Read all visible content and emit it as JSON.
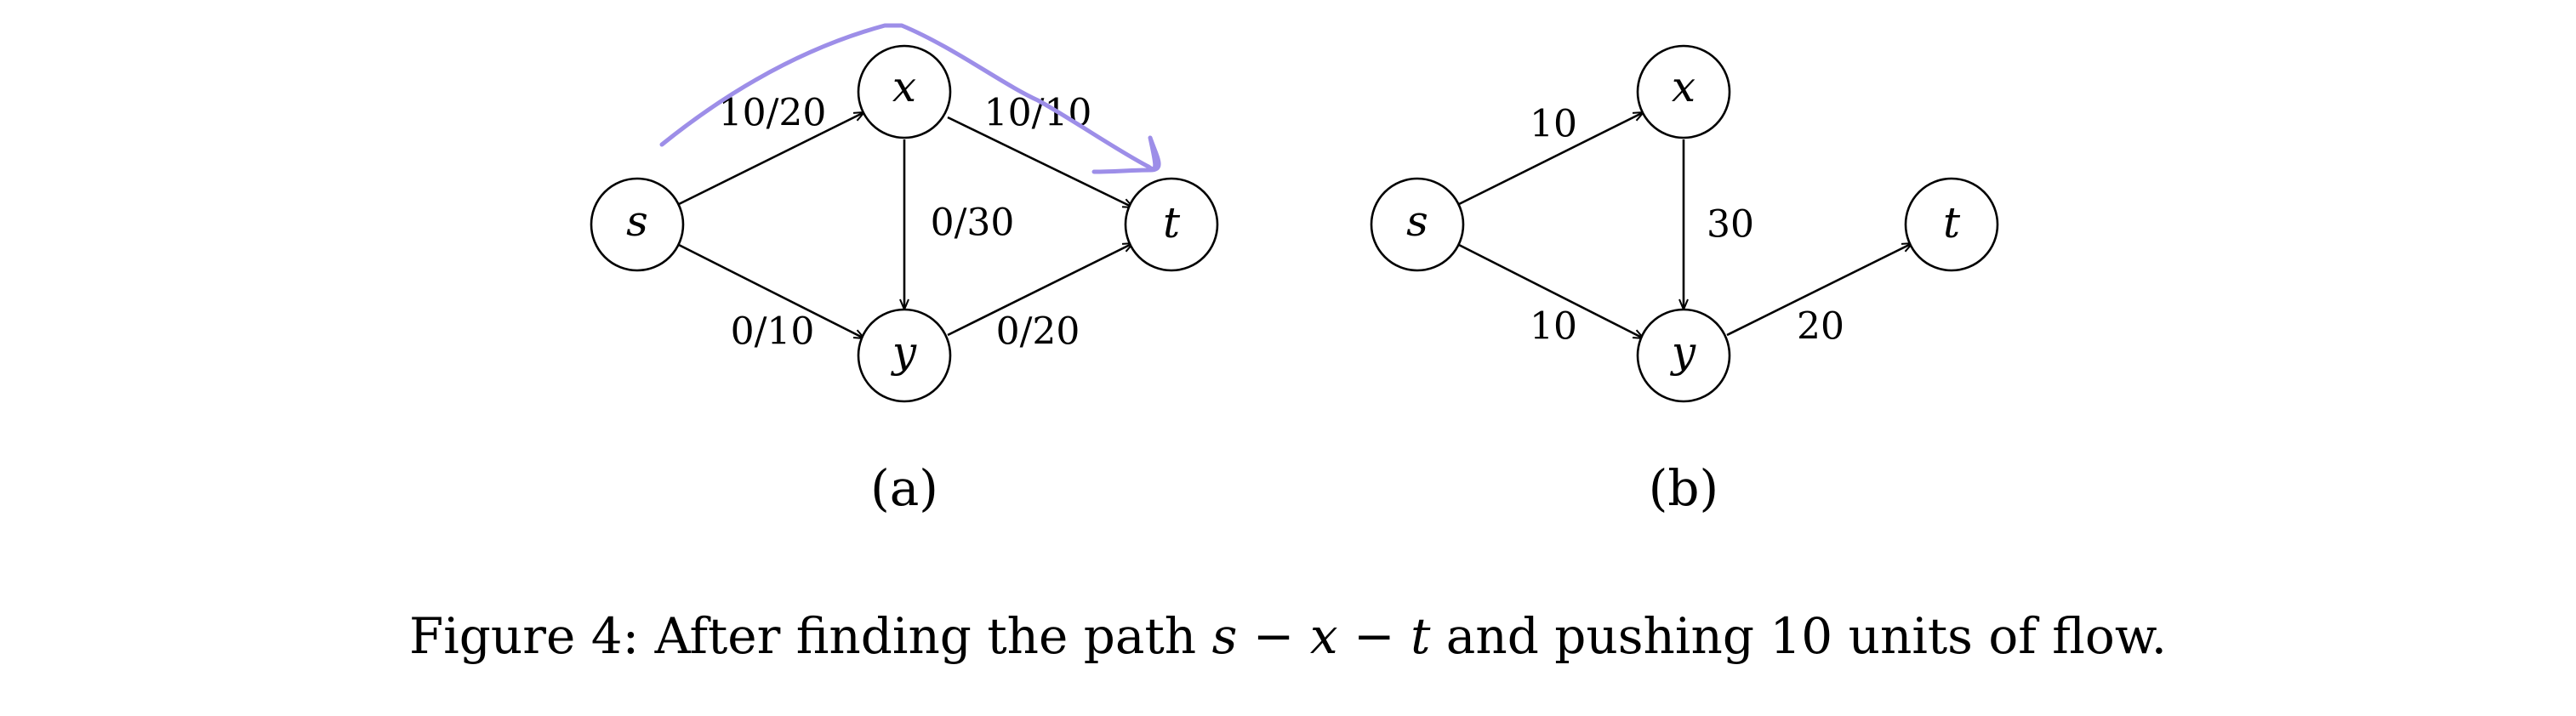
{
  "graph_a": {
    "nodes": [
      {
        "id": "s",
        "label": "s"
      },
      {
        "id": "x",
        "label": "x"
      },
      {
        "id": "y",
        "label": "y"
      },
      {
        "id": "t",
        "label": "t"
      }
    ],
    "edges": [
      {
        "from": "s",
        "to": "x",
        "label": "10/20"
      },
      {
        "from": "x",
        "to": "t",
        "label": "10/10"
      },
      {
        "from": "x",
        "to": "y",
        "label": "0/30"
      },
      {
        "from": "s",
        "to": "y",
        "label": "0/10"
      },
      {
        "from": "y",
        "to": "t",
        "label": "0/20"
      }
    ],
    "subcaption": "(a)"
  },
  "graph_b": {
    "nodes": [
      {
        "id": "s",
        "label": "s"
      },
      {
        "id": "x",
        "label": "x"
      },
      {
        "id": "y",
        "label": "y"
      },
      {
        "id": "t",
        "label": "t"
      }
    ],
    "edges": [
      {
        "from": "s",
        "to": "x",
        "label": "10"
      },
      {
        "from": "x",
        "to": "y",
        "label": "30"
      },
      {
        "from": "s",
        "to": "y",
        "label": "10"
      },
      {
        "from": "y",
        "to": "t",
        "label": "20"
      }
    ],
    "subcaption": "(b)"
  },
  "caption": {
    "prefix": "Figure 4:  After finding the path ",
    "path_s": "s",
    "dash1": " − ",
    "path_x": "x",
    "dash2": " − ",
    "path_t": "t",
    "suffix": " and pushing 10 units of flow."
  },
  "colors": {
    "annotation": "#9d8ee8"
  }
}
